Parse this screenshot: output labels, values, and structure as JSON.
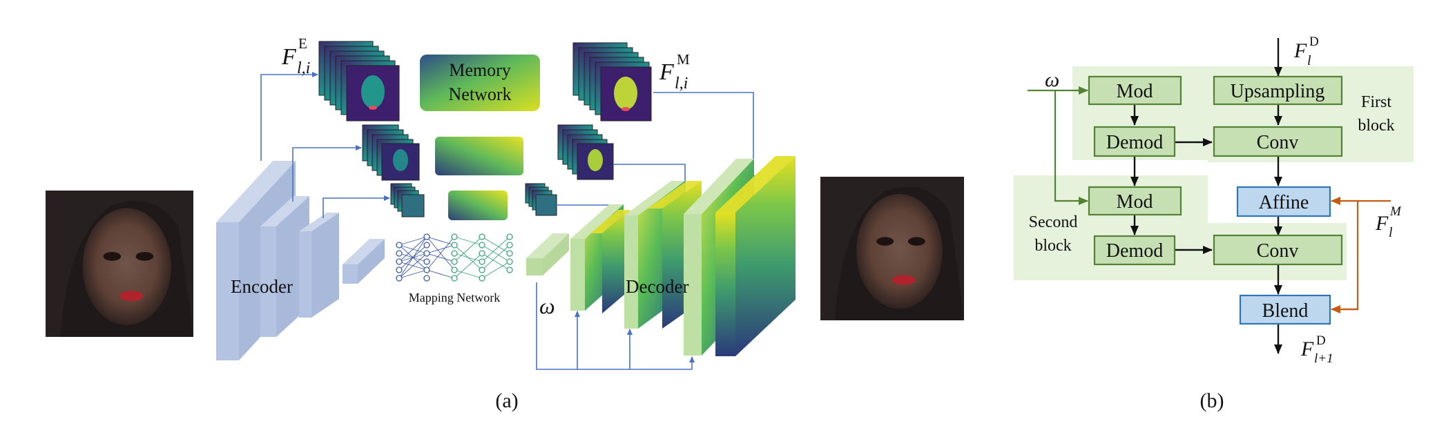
{
  "panel_a": {
    "caption": "(a)",
    "encoder_label": "Encoder",
    "decoder_label": "Decoder",
    "memory_network_label": [
      "Memory",
      "Network"
    ],
    "mapping_network_label": "Mapping Network",
    "omega_label": "ω",
    "feat_encoder": {
      "base": "F",
      "sub": "l,i",
      "sup": "E"
    },
    "feat_memory": {
      "base": "F",
      "sub": "l,i",
      "sup": "M"
    }
  },
  "panel_b": {
    "caption": "(b)",
    "omega_label": "ω",
    "input_feat": {
      "base": "F",
      "sub": "l",
      "sup": "D"
    },
    "memory_feat": {
      "base": "F",
      "sub": "l",
      "sup": "M"
    },
    "output_feat": {
      "base": "F",
      "sub": "l+1",
      "sup": "D"
    },
    "first_block_label": [
      "First",
      "block"
    ],
    "second_block_label": [
      "Second",
      "block"
    ],
    "boxes": {
      "mod1": "Mod",
      "upsampling": "Upsampling",
      "demod1": "Demod",
      "conv1": "Conv",
      "mod2": "Mod",
      "affine": "Affine",
      "demod2": "Demod",
      "conv2": "Conv",
      "blend": "Blend"
    }
  },
  "colors": {
    "encoder_blue": "#b4c3e1",
    "arrow_blue": "#4a72c4",
    "green_box_fill": "#c6e0b4",
    "green_box_stroke": "#548235",
    "block_bg": "#e6f2dc",
    "blue_box_fill": "#bdd7ee",
    "blue_box_stroke": "#2e75b6",
    "orange_arrow": "#c55a11",
    "green_arrow": "#548235"
  }
}
